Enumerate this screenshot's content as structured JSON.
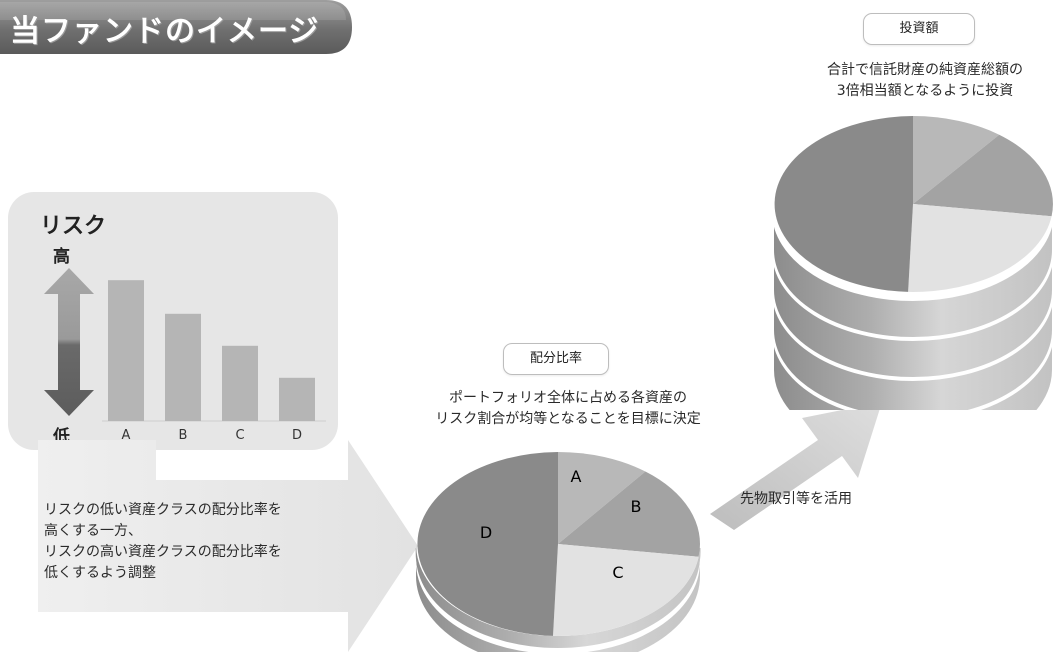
{
  "title": "当ファンドのイメージ",
  "risk_panel": {
    "label": "リスク",
    "high": "高",
    "low": "低",
    "bars": [
      {
        "category": "A",
        "level": 0.88
      },
      {
        "category": "B",
        "level": 0.67
      },
      {
        "category": "C",
        "level": 0.47
      },
      {
        "category": "D",
        "level": 0.27
      }
    ]
  },
  "adjustment_note": [
    "リスクの低い資産クラスの配分比率を",
    "高くする一方、",
    "リスクの高い資産クラスの配分比率を",
    "低くするよう調整"
  ],
  "allocation": {
    "label": "配分比率",
    "description": [
      "ポートフォリオ全体に占める各資産の",
      "リスク割合が均等となることを目標に決定"
    ],
    "segments": [
      "A",
      "B",
      "C",
      "D"
    ]
  },
  "arrow_label": "先物取引等を活用",
  "investment": {
    "label": "投資額",
    "description": [
      "合計で信託財産の純資産総額の",
      "3倍相当額となるように投資"
    ]
  },
  "colors": {
    "segment_a": "#b8b8b8",
    "segment_b": "#a3a3a3",
    "segment_c": "#e2e2e2",
    "segment_d": "#8a8a8a",
    "panel": "#e6e6e6",
    "bar": "#b5b5b5"
  }
}
